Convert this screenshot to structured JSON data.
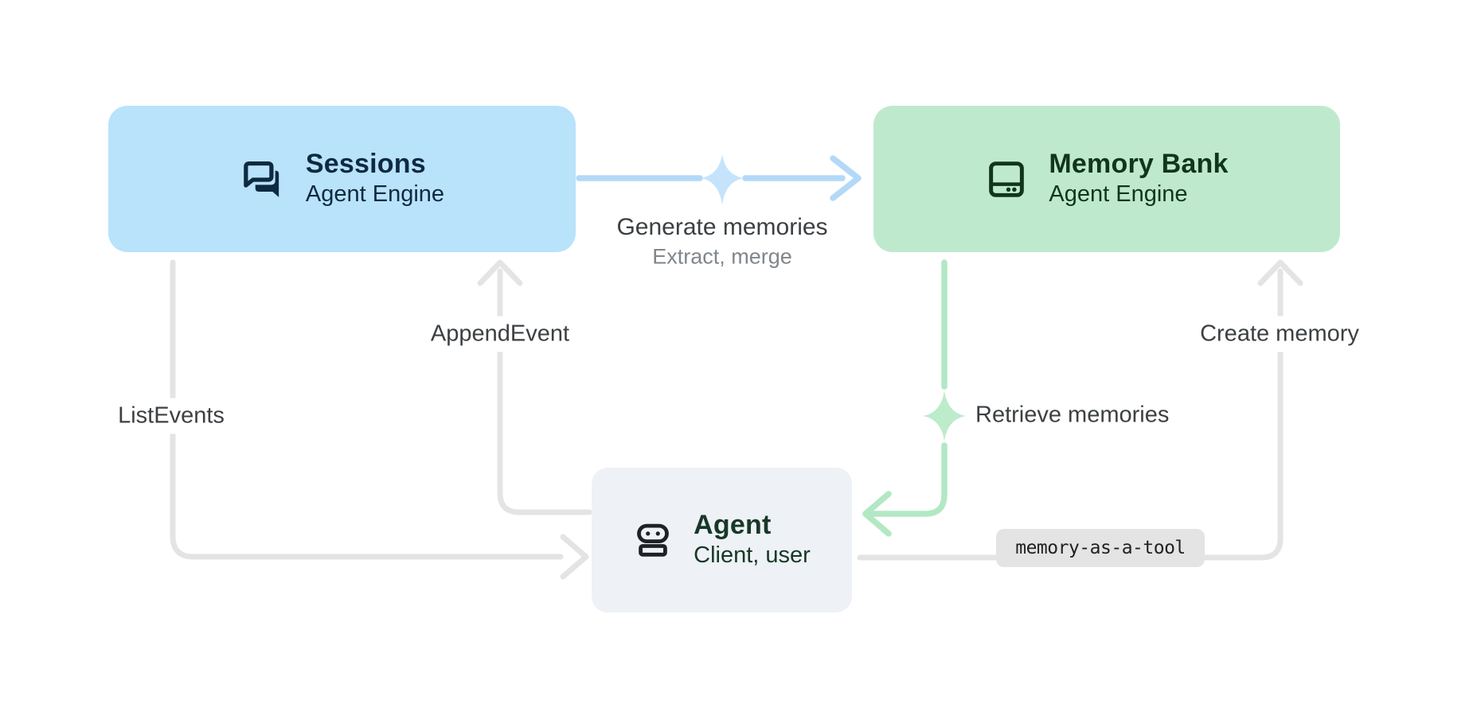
{
  "colors": {
    "background": "#ffffff",
    "blue_box": "#b9e2fb",
    "green_box": "#bfe9cd",
    "agent_box": "#eef1f6",
    "navy_text": "#0e2a40",
    "green_text": "#11351c",
    "agent_text": "#173826",
    "robot_icon": "#202124",
    "gray_line": "#e3e4e3",
    "blue_line": "#b3d9f8",
    "blue_sparkle": "#c5e4fc",
    "green_line": "#b2e8c3",
    "green_sparkle": "#bdecca",
    "label_text": "#3c4043",
    "sublabel_text": "#80868b",
    "badge_bg": "#e4e4e4",
    "badge_text": "#202124"
  },
  "nodes": {
    "sessions": {
      "title": "Sessions",
      "subtitle": "Agent Engine",
      "icon": "forum-chat-icon"
    },
    "memory_bank": {
      "title": "Memory Bank",
      "subtitle": "Agent Engine",
      "icon": "memory-bank-icon"
    },
    "agent": {
      "title": "Agent",
      "subtitle": "Client, user",
      "icon": "robot-icon"
    }
  },
  "edges": {
    "generate_memories": {
      "label": "Generate memories",
      "sublabel": "Extract, merge",
      "from": "Sessions",
      "to": "Memory Bank",
      "sparkle": true
    },
    "append_event": {
      "label": "AppendEvent",
      "from": "Agent",
      "to": "Sessions"
    },
    "list_events": {
      "label": "ListEvents",
      "from": "Sessions",
      "to": "Agent"
    },
    "retrieve_memories": {
      "label": "Retrieve memories",
      "from": "Memory Bank",
      "to": "Agent",
      "sparkle": true
    },
    "create_memory": {
      "label": "Create memory",
      "badge": "memory-as-a-tool",
      "from": "Agent",
      "to": "Memory Bank"
    }
  }
}
